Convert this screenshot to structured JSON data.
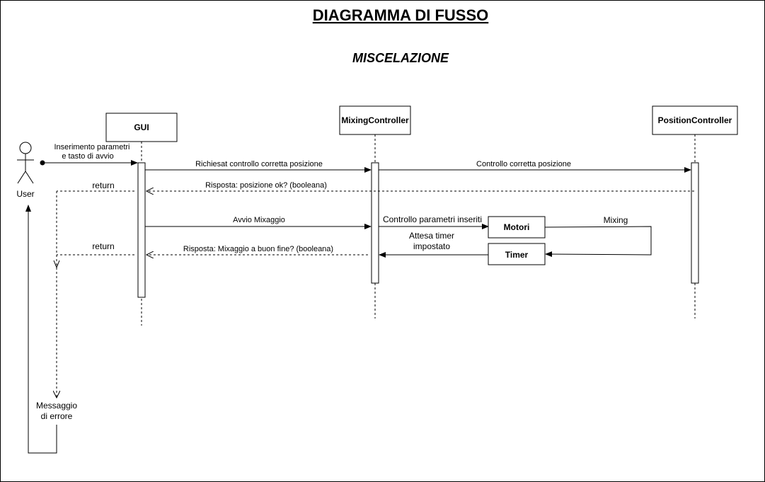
{
  "title": "DIAGRAMMA DI FUSSO",
  "subtitle": "MISCELAZIONE",
  "actor": {
    "label": "User",
    "icon": "stick-figure-icon"
  },
  "lifelines": {
    "gui": "GUI",
    "mixing": "MixingController",
    "position": "PositionController"
  },
  "boxes": {
    "motori": "Motori",
    "timer": "Timer"
  },
  "messages": {
    "user_to_gui_line1": "Inserimento parametri",
    "user_to_gui_line2": "e tasto di avvio",
    "gui_to_mixing_check": "Richiesat controllo corretta posizione",
    "mixing_to_position": "Controllo corretta posizione",
    "position_response": "Risposta: posizione ok? (booleana)",
    "return_1": "return",
    "start_mix": "Avvio Mixaggio",
    "check_params": "Controllo parametri inseriti",
    "mixing": "Mixing",
    "wait_timer_line1": "Attesa timer",
    "wait_timer_line2": "impostato",
    "mix_response": "Risposta: Mixaggio a buon fine? (booleana)",
    "return_2": "return",
    "error_line1": "Messaggio",
    "error_line2": "di errore"
  },
  "colors": {
    "stroke": "#000000",
    "background": "#ffffff"
  }
}
